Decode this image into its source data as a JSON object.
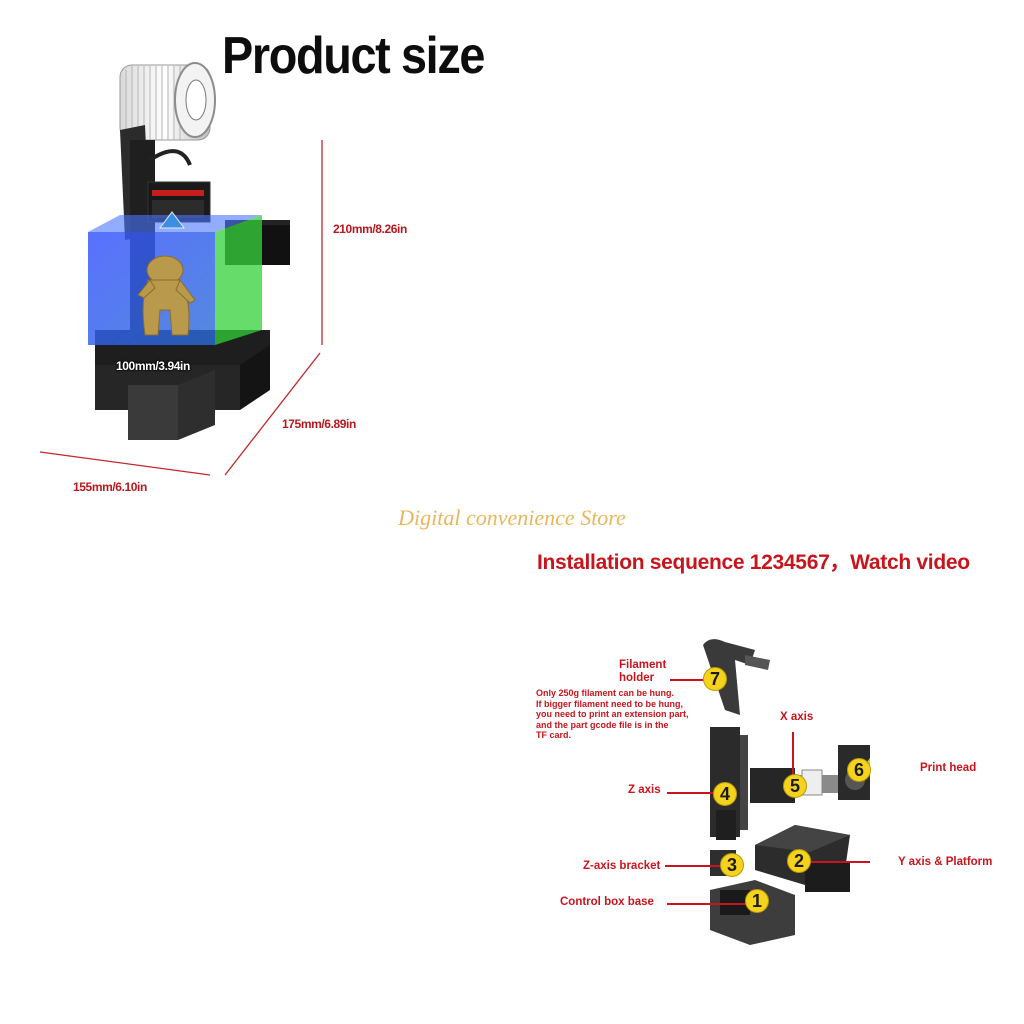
{
  "title": "Product size",
  "dimensions": {
    "height": "210mm/8.26in",
    "print_width": "100mm/3.94in",
    "depth": "175mm/6.89in",
    "width": "155mm/6.10in"
  },
  "store_name": "Digital convenience Store",
  "installation_heading": "Installation sequence 1234567，Watch video",
  "parts": [
    {
      "number": "1",
      "label": "Control box base"
    },
    {
      "number": "2",
      "label": "Y axis & Platform"
    },
    {
      "number": "3",
      "label": "Z-axis bracket"
    },
    {
      "number": "4",
      "label": "Z axis"
    },
    {
      "number": "5",
      "label": "X axis"
    },
    {
      "number": "6",
      "label": "Print head"
    },
    {
      "number": "7",
      "label_line1": "Filament",
      "label_line2": "holder"
    }
  ],
  "filament_note": [
    "Only 250g filament can be hung.",
    "If bigger filament need to be hung,",
    "you need to print an extension part,",
    "and the part gcode file is in the",
    "TF card."
  ],
  "colors": {
    "accent_red": "#c8141c",
    "store_gold": "#e8b75c",
    "badge_yellow": "#f5d21b"
  }
}
